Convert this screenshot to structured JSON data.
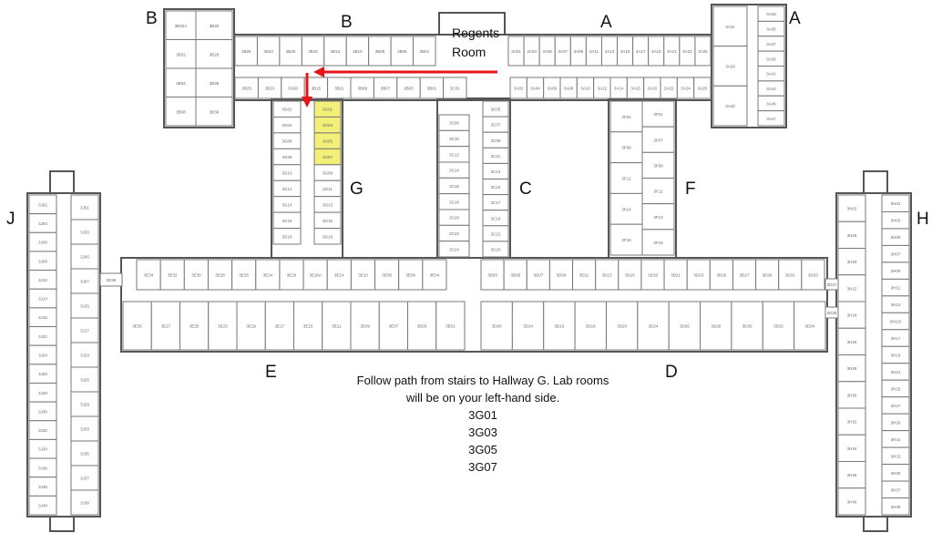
{
  "wing_letters": {
    "b_left": "B",
    "b_mid": "B",
    "a_mid": "A",
    "a_right": "A",
    "j": "J",
    "g": "G",
    "c": "C",
    "f": "F",
    "h": "H",
    "e": "E",
    "d": "D"
  },
  "regents_room": {
    "line1": "Regents",
    "line2": "Room"
  },
  "instructions": {
    "line1": "Follow path from stairs to Hallway G. Lab rooms",
    "line2": "will be on your left-hand side.",
    "rooms": [
      "3G01",
      "3G03",
      "3G05",
      "3G07"
    ]
  },
  "colors": {
    "path": "#e8141a",
    "highlight": "#f3f07a",
    "wall": "#555555"
  },
  "rooms": {
    "b_block": [
      "3B32A",
      "3B30",
      "3B32",
      "3B28",
      "3B34",
      "3B36",
      "3B38",
      "3B39"
    ],
    "b_north": [
      "3B26",
      "3B22",
      "3B20",
      "3B16",
      "3B12",
      "3B10",
      "3B08",
      "3B06",
      "3B04"
    ],
    "a_north": [
      "3A01",
      "3A03",
      "3A05",
      "3A07",
      "3A09",
      "3A11",
      "3A13",
      "3A15",
      "3A17",
      "3A19",
      "3A21",
      "3A23",
      "3A25"
    ],
    "b_south": [
      "3B25",
      "3B23",
      "3G00",
      "3B15",
      "3B11",
      "3B09",
      "3B07",
      "3B03",
      "3B01",
      "3C02"
    ],
    "a_south": [
      "3A02",
      "3A04",
      "3A06",
      "3A08",
      "3A10",
      "3A12",
      "3A14",
      "3A16",
      "3A20",
      "3A22",
      "3A24",
      "3A26"
    ],
    "a_block": [
      "3A31",
      "3A29",
      "3A40",
      "3A33",
      "3A35",
      "3A37",
      "3A39",
      "3A41",
      "3A43",
      "3A45",
      "3A47"
    ],
    "g_left": [
      "3G02",
      "3G04",
      "3G06",
      "3G08",
      "3G10",
      "3G12",
      "3G14",
      "3G16",
      "3G18"
    ],
    "g_right": [
      "3G01",
      "3G03",
      "3G05",
      "3G07",
      "3G09",
      "3G11",
      "3G13",
      "3G15",
      "3G19"
    ],
    "c_left": [
      "3C06",
      "3C10",
      "3C12",
      "3C14",
      "3C16",
      "3C18",
      "3C20",
      "3C22",
      "3C24"
    ],
    "c_right": [
      "3C05",
      "3C07",
      "3C09",
      "3C11",
      "3C13",
      "3C15",
      "3C17",
      "3C19",
      "3C21",
      "3C23"
    ],
    "f_left": [
      "3F02",
      "3F08",
      "3F12",
      "3F14",
      "3F18"
    ],
    "f_right": [
      "3F01",
      "3F07",
      "3F09",
      "3F11",
      "3F13",
      "3F19"
    ],
    "e_north": [
      "3E34",
      "3E32",
      "3E30",
      "3E28",
      "3E26",
      "3E24",
      "3E20",
      "3E16A",
      "3E14",
      "3E10",
      "3E08",
      "3E06",
      "3E04"
    ],
    "d_north": [
      "3D03",
      "3D05",
      "3D07",
      "3D09",
      "3D11",
      "3D13",
      "3D15",
      "3D19",
      "3D21",
      "3D23",
      "3D25",
      "3D27",
      "3D29",
      "3D31",
      "3D33"
    ],
    "e_south": [
      "3E35",
      "3E27",
      "3E25",
      "3E23",
      "3E19",
      "3E17",
      "3E15",
      "3E11",
      "3E09",
      "3E07",
      "3E05",
      "3E01"
    ],
    "d_south": [
      "3D00",
      "3D14",
      "3D16",
      "3D18",
      "3D20",
      "3D24",
      "3D26",
      "3D28",
      "3D30",
      "3D32",
      "3D34"
    ],
    "j_left": [
      "3J02",
      "3J04",
      "3J06",
      "3J08",
      "3J12",
      "3J14",
      "3J18",
      "3J22",
      "3J24",
      "3J26",
      "3J28",
      "3J30",
      "3J32",
      "3J34",
      "3J36",
      "3J38",
      "3J40"
    ],
    "j_right": [
      "3J01",
      "3J03",
      "3J05",
      "3J07",
      "3J15",
      "3J17",
      "3J23",
      "3J25",
      "3J29",
      "3J33",
      "3J35",
      "3J37",
      "3J39"
    ],
    "h_left": [
      "3H02",
      "3H18",
      "3H20",
      "3H22",
      "3H24",
      "3H26",
      "3H28",
      "3H30",
      "3H32",
      "3H34",
      "3H36",
      "3H40"
    ],
    "h_right": [
      "3H01",
      "3H03",
      "3H05",
      "3H07",
      "3H09",
      "3H11",
      "3H13",
      "3H115",
      "3H17",
      "3H19",
      "3H21",
      "3H25",
      "3H27",
      "3H29",
      "3H31",
      "3H33",
      "3H35",
      "3H37",
      "3H39"
    ],
    "connectors": [
      "3E38",
      "3D37",
      "3D36"
    ]
  }
}
